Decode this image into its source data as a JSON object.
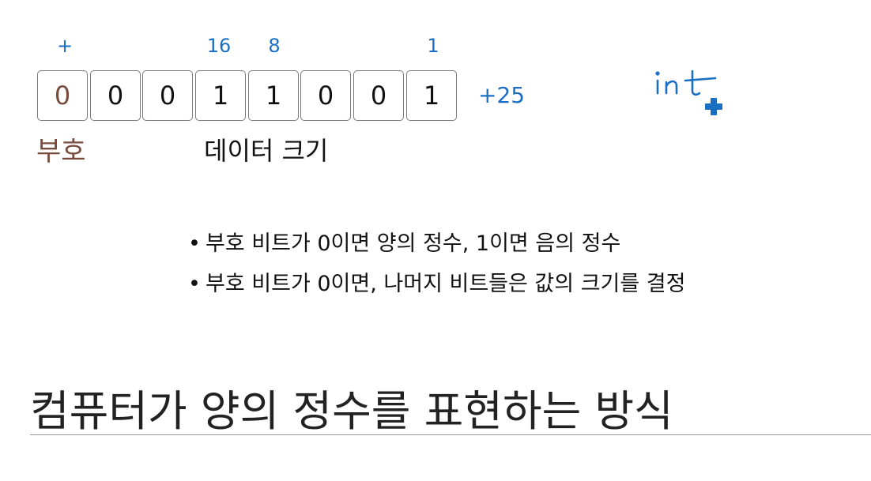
{
  "bit_weights": [
    {
      "label": "+",
      "position_index": 0
    },
    {
      "label": "16",
      "position_index": 3
    },
    {
      "label": "8",
      "position_index": 4
    },
    {
      "label": "1",
      "position_index": 7
    }
  ],
  "bits": [
    "0",
    "0",
    "0",
    "1",
    "1",
    "0",
    "0",
    "1"
  ],
  "decimal_value": "+25",
  "sign_label": "부호",
  "data_label": "데이터 크기",
  "annotation": {
    "handwritten_text": "int",
    "mark": "plus",
    "color": "#1a6fc2"
  },
  "bullets": [
    "부호 비트가 0이면 양의 정수, 1이면 음의 정수",
    "부호 비트가 0이면, 나머지 비트들은 값의 크기를 결정"
  ],
  "heading": "컴퓨터가 양의 정수를 표현하는 방식",
  "colors": {
    "accent_blue": "#1a6fc2",
    "sign_brown": "#7a4a3c"
  }
}
